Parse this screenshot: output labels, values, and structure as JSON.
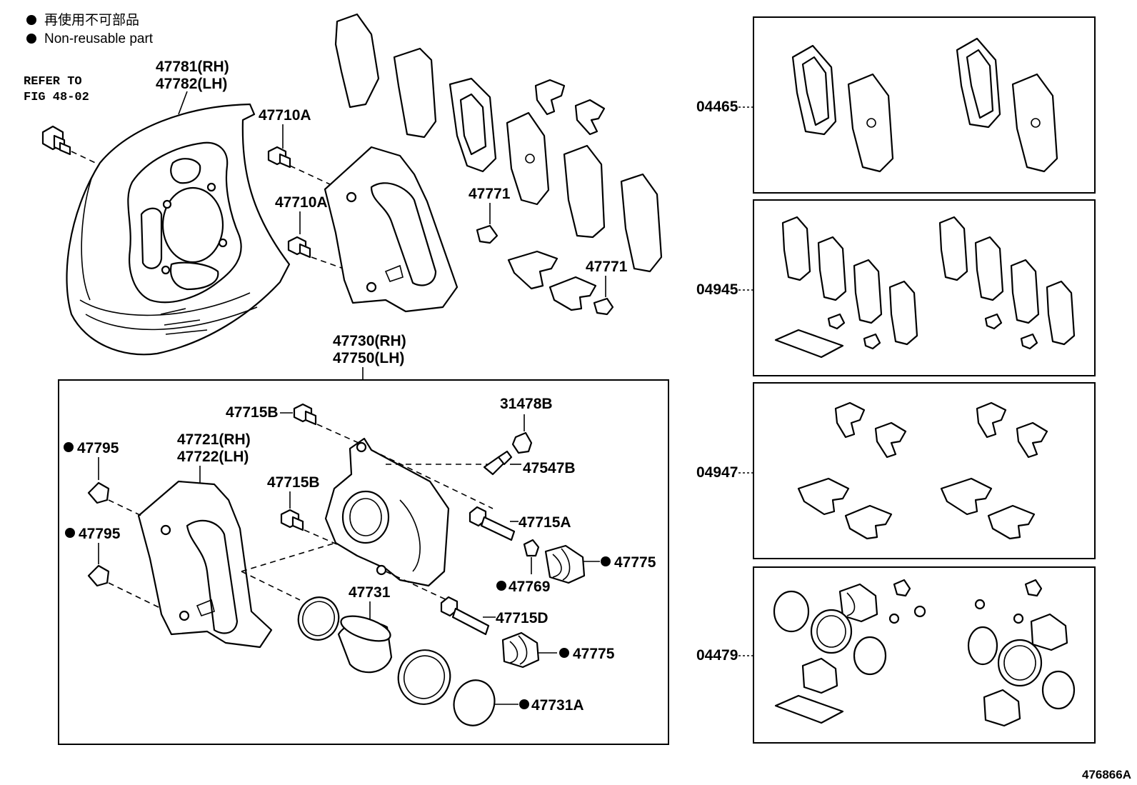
{
  "legend": {
    "items": [
      {
        "text": "再使用不可部品"
      },
      {
        "text": "Non-reusable part"
      }
    ]
  },
  "refer": {
    "line1": "REFER TO",
    "line2": "FIG 48-02"
  },
  "labels": {
    "dust_cover_rh": "47781(RH)",
    "dust_cover_lh": "47782(LH)",
    "bolt_upper": "47710A",
    "bolt_lower": "47710A",
    "clip_upper": "47771",
    "clip_lower": "47771",
    "cyl_assy_rh": "47730(RH)",
    "cyl_assy_lh": "47750(LH)",
    "mount_rh": "47721(RH)",
    "mount_lh": "47722(LH)",
    "bolt_b_upper": "47715B",
    "bolt_b_lower": "47715B",
    "bleeder_cap": "31478B",
    "bleeder_plug": "47547B",
    "pin_a": "47715A",
    "washer_upper": "47795",
    "washer_lower": "47795",
    "boot_upper": "47775",
    "bushing": "47769",
    "piston": "47731",
    "pin_d": "47715D",
    "boot_lower": "47775",
    "seal": "47731A",
    "kit_pads": "04465",
    "kit_shims": "04945",
    "kit_springs": "04947",
    "kit_cylinder": "04479"
  },
  "illustration_id": "476866A"
}
